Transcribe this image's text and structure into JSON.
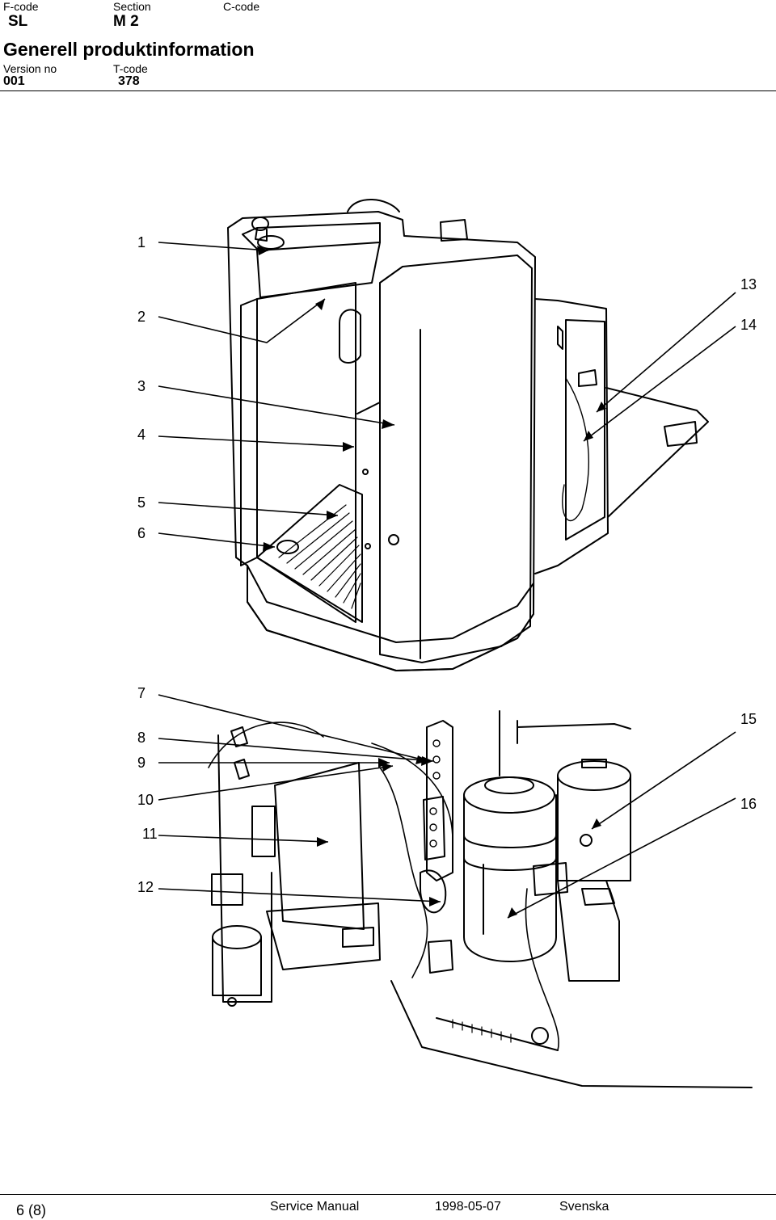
{
  "header": {
    "fcode_label": "F-code",
    "fcode_value": "SL",
    "section_label": "Section",
    "section_value": "M 2",
    "ccode_label": "C-code",
    "title": "Generell produktinformation",
    "version_label": "Version no",
    "version_value": "001",
    "tcode_label": "T-code",
    "tcode_value": "378"
  },
  "callouts_top": [
    "1",
    "2",
    "3",
    "4",
    "5",
    "6",
    "13",
    "14"
  ],
  "callouts_bottom": [
    "7",
    "8",
    "9",
    "10",
    "11",
    "12",
    "15",
    "16"
  ],
  "footer": {
    "page": "6 (8)",
    "doc_type": "Service Manual",
    "date": "1998-05-07",
    "language": "Svenska"
  }
}
